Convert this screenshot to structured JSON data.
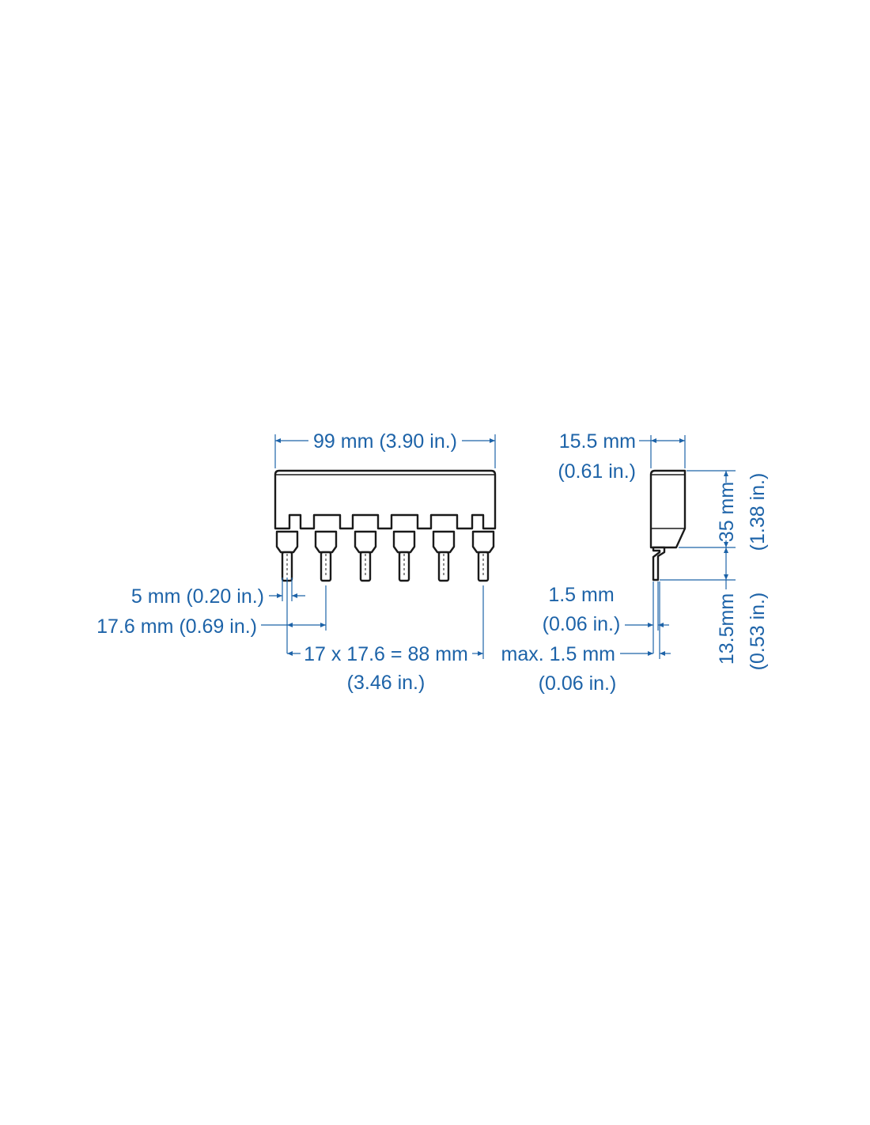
{
  "front_view": {
    "overall_width": "99 mm (3.90 in.)",
    "pin_width": "5 mm (0.20 in.)",
    "pin_pitch": "17.6 mm (0.69 in.)",
    "total_pitch": "17 x 17.6 = 88 mm",
    "total_pitch_in": "(3.46 in.)"
  },
  "side_view": {
    "depth": "15.5 mm",
    "depth_in": "(0.61 in.)",
    "height": "35 mm",
    "height_in": "(1.38 in.)",
    "pin_thickness": "1.5 mm",
    "pin_thickness_in": "(0.06 in.)",
    "pin_offset": "max. 1.5 mm",
    "pin_offset_in": "(0.06 in.)",
    "pin_length": "13.5mm",
    "pin_length_in": "(0.53 in.)"
  },
  "colors": {
    "dimension": "#1d63a8",
    "outline": "#1a1a1a"
  }
}
